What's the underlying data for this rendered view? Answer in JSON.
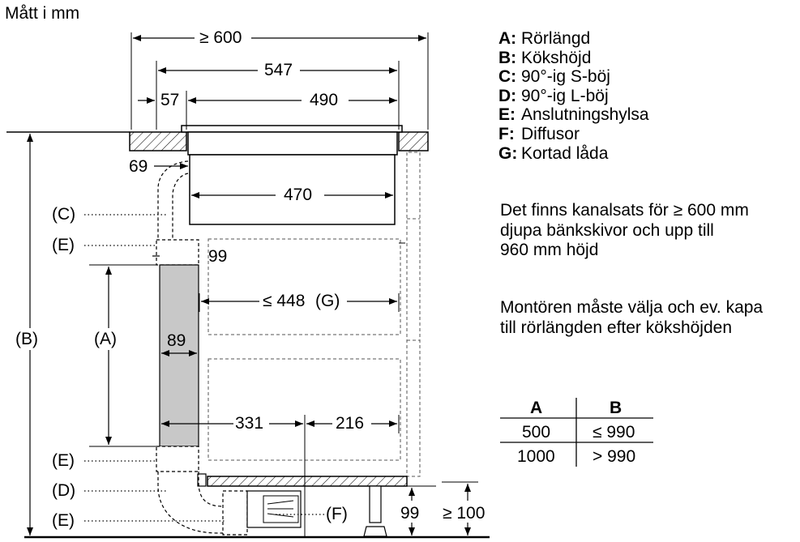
{
  "title": "Mått i mm",
  "legend": [
    {
      "key": "A:",
      "label": "Rörlängd"
    },
    {
      "key": "B:",
      "label": "Kökshöjd"
    },
    {
      "key": "C:",
      "label": "90°-ig S-böj"
    },
    {
      "key": "D:",
      "label": "90°-ig L-böj"
    },
    {
      "key": "E:",
      "label": "Anslutningshylsa"
    },
    {
      "key": "F:",
      "label": "Diffusor"
    },
    {
      "key": "G:",
      "label": "Kortad låda"
    }
  ],
  "notes": {
    "note1": [
      "Det finns kanalsats för ≥ 600 mm",
      "djupa bänkskivor och upp till",
      "960 mm höjd"
    ],
    "note2": [
      "Montören måste välja och ev. kapa",
      "till rörlängden efter kökshöjden"
    ]
  },
  "table": {
    "headers": [
      "A",
      "B"
    ],
    "rows": [
      [
        "500",
        "≤ 990"
      ],
      [
        "1000",
        "> 990"
      ]
    ]
  },
  "dimensions": {
    "d600": "≥ 600",
    "d547": "547",
    "d57": "57",
    "d490": "490",
    "d69": "69",
    "d470": "470",
    "d99_top": "99",
    "d448": "≤ 448",
    "d448_ref": "(G)",
    "d89": "89",
    "d331": "331",
    "d216": "216",
    "d99_bottom": "99",
    "d100": "≥ 100"
  },
  "callouts": {
    "C": "(C)",
    "E1": "(E)",
    "A": "(A)",
    "B": "(B)",
    "E2": "(E)",
    "D": "(D)",
    "E3": "(E)",
    "F": "(F)"
  }
}
